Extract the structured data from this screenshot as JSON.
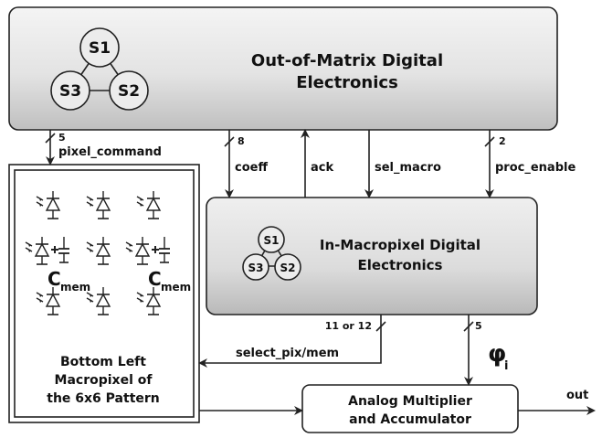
{
  "out_of_matrix": {
    "title_line1": "Out-of-Matrix  Digital",
    "title_line2": "Electronics",
    "states": [
      "S1",
      "S3",
      "S2"
    ]
  },
  "in_macropixel": {
    "title_line1": "In-Macropixel Digital",
    "title_line2": "Electronics",
    "states": [
      "S1",
      "S3",
      "S2"
    ]
  },
  "macropixel": {
    "caption_line1": "Bottom Left",
    "caption_line2": "Macropixel of",
    "caption_line3": "the 6x6 Pattern",
    "cmem_base": "C",
    "cmem_sub": "mem"
  },
  "multiplier": {
    "line1": "Analog Multiplier",
    "line2": "and Accumulator"
  },
  "signals": {
    "pixel_command": "pixel_command",
    "pixel_command_width": "5",
    "coeff": "coeff",
    "coeff_width": "8",
    "ack": "ack",
    "sel_macro": "sel_macro",
    "proc_enable": "proc_enable",
    "proc_enable_width": "2",
    "select_pix_mem": "select_pix/mem",
    "select_width": "11 or 12",
    "phi_width": "5",
    "phi": "φ",
    "phi_sub": "i",
    "out": "out"
  }
}
